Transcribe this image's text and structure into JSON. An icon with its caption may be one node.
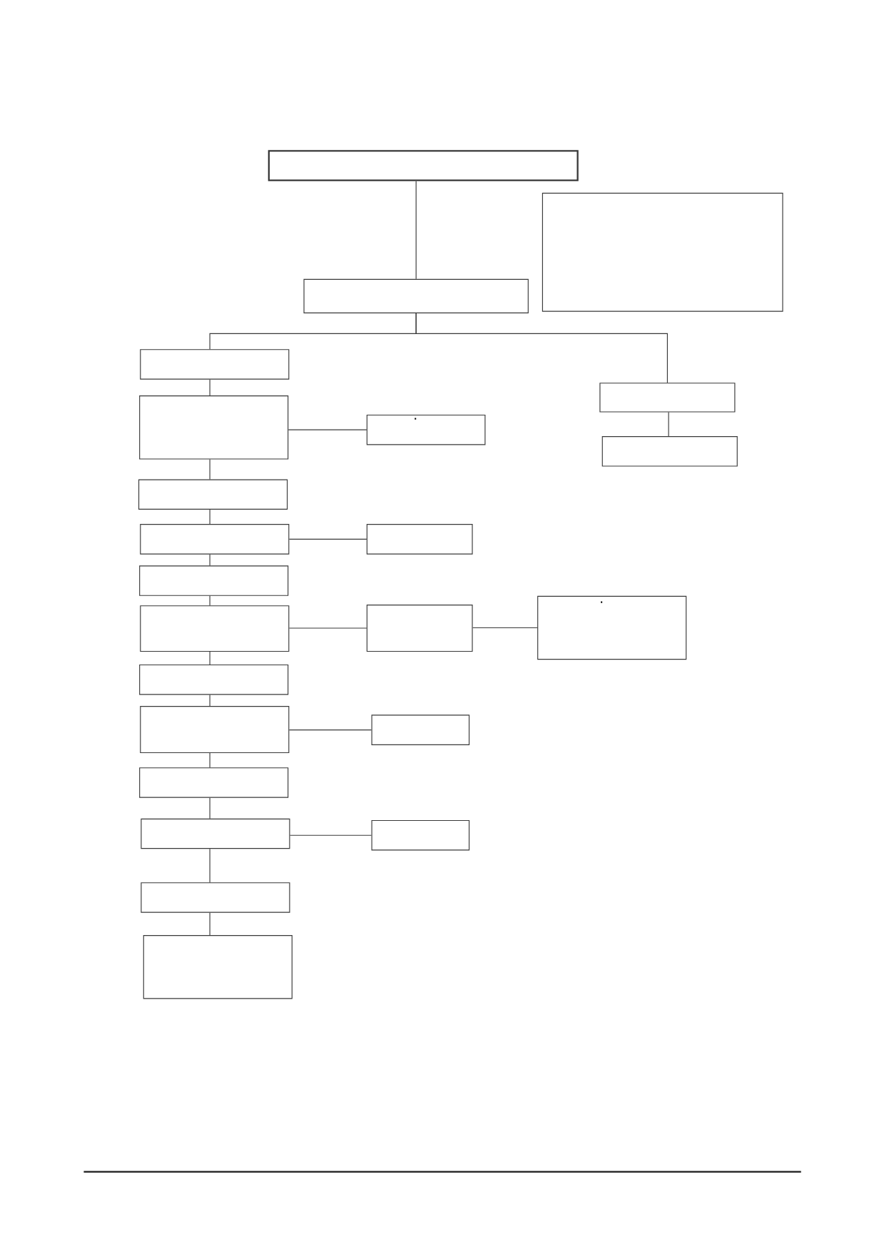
{
  "diagram": {
    "nodes": [
      {
        "text": [],
        "shape": "box"
      },
      {
        "text": [],
        "shape": "box"
      },
      {
        "text": [],
        "shape": "box"
      },
      {
        "text": [],
        "shape": "box"
      },
      {
        "text": [],
        "shape": "box"
      },
      {
        "text": [],
        "shape": "box"
      },
      {
        "text": [
          "."
        ]
      },
      {
        "text": [],
        "shape": "box"
      },
      {
        "text": [],
        "shape": "box"
      },
      {
        "text": [],
        "shape": "box"
      },
      {
        "text": [],
        "shape": "box"
      },
      {
        "text": [],
        "shape": "box"
      },
      {
        "text": [],
        "shape": "box"
      },
      {
        "text": [],
        "shape": "box"
      },
      {
        "text": [
          "."
        ]
      },
      {
        "text": [],
        "shape": "box"
      },
      {
        "text": [],
        "shape": "box"
      },
      {
        "text": [],
        "shape": "box"
      },
      {
        "text": [],
        "shape": "box"
      },
      {
        "text": [],
        "shape": "box"
      },
      {
        "text": [],
        "shape": "box"
      },
      {
        "text": [],
        "shape": "box"
      },
      {
        "text": [],
        "shape": "box"
      }
    ],
    "edges": [
      {
        "from": 0,
        "to": 2,
        "arrow": "none"
      },
      {
        "from": 2,
        "to": 3,
        "arrow": "none"
      },
      {
        "from": 2,
        "to": 4,
        "arrow": "none"
      },
      {
        "from": 3,
        "to": 5,
        "arrow": "none"
      },
      {
        "from": 5,
        "to": 6,
        "arrow": "none"
      },
      {
        "from": 4,
        "to": 7,
        "arrow": "none"
      },
      {
        "from": 5,
        "to": 8,
        "arrow": "none"
      },
      {
        "from": 8,
        "to": 9,
        "arrow": "none"
      },
      {
        "from": 9,
        "to": 10,
        "arrow": "none"
      },
      {
        "from": 9,
        "to": 11,
        "arrow": "none"
      },
      {
        "from": 11,
        "to": 12,
        "arrow": "none"
      },
      {
        "from": 12,
        "to": 13,
        "arrow": "none"
      },
      {
        "from": 13,
        "to": 14,
        "arrow": "none"
      },
      {
        "from": 12,
        "to": 15,
        "arrow": "none"
      },
      {
        "from": 15,
        "to": 16,
        "arrow": "none"
      },
      {
        "from": 16,
        "to": 17,
        "arrow": "none"
      },
      {
        "from": 16,
        "to": 18,
        "arrow": "none"
      },
      {
        "from": 18,
        "to": 19,
        "arrow": "none"
      },
      {
        "from": 19,
        "to": 20,
        "arrow": "none"
      },
      {
        "from": 19,
        "to": 21,
        "arrow": "none"
      },
      {
        "from": 21,
        "to": 22,
        "arrow": "none"
      }
    ]
  }
}
